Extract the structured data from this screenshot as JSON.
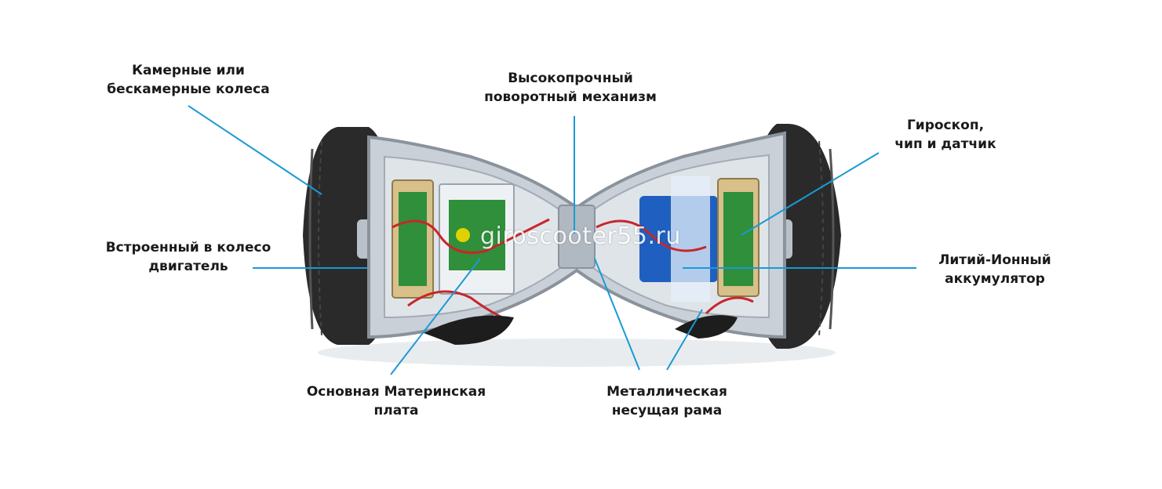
{
  "labels": {
    "wheels": [
      "Камерные или",
      "бескамерные колеса"
    ],
    "pivot": [
      "Высокопрочный",
      "поворотный механизм"
    ],
    "gyro": [
      "Гироскоп,",
      "чип и датчик"
    ],
    "motor": [
      "Встроенный в колесо",
      "двигатель"
    ],
    "battery": [
      "Литий-Ионный",
      "аккумулятор"
    ],
    "mainboard": [
      "Основная Материнская",
      "плата"
    ],
    "frame": [
      "Металлическая",
      "несущая рама"
    ]
  },
  "watermark": "giroscooter55.ru",
  "colors": {
    "leader_line": "#1a9ad6",
    "text": "#1a1a1a",
    "board_green": "#2f8f3a",
    "battery_blue": "#1f5fbf",
    "tire_dark": "#2a2a2a",
    "frame_gray": "#9aa3ad"
  }
}
